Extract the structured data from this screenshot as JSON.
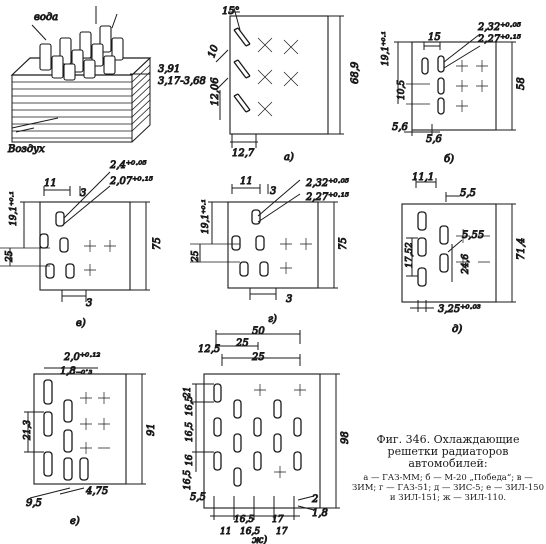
{
  "caption": {
    "title": "Фиг. 346. Охлаждающие решетки радиаторов автомобилей:",
    "legend": "а — ГАЗ-ММ; б — М-20 „Победа“; в — ЗИМ; г — ГАЗ-51; д — ЗИС-5; е — ЗИЛ-150 и ЗИЛ-151; ж — ЗИЛ-110."
  },
  "sketch": {
    "water": "вода",
    "air": "Воздух",
    "d1": "3,91",
    "d2": "3,17-3,68"
  },
  "a": {
    "letter": "а)",
    "angle": "15°",
    "d1": "10",
    "d2": "12,06",
    "d3": "12,7",
    "h": "68,9"
  },
  "b": {
    "letter": "б)",
    "d15": "15",
    "w1": "2,32⁺⁰·⁰⁵",
    "w2": "2,27⁺⁰·¹⁵",
    "d19": "19,1⁺⁰·¹",
    "d10": "10,5",
    "h": "58",
    "d56a": "5,6",
    "d56b": "5,6"
  },
  "v": {
    "letter": "в)",
    "d11": "11",
    "d3": "3",
    "w1": "2,4⁺⁰·⁰⁵",
    "w2": "2,07⁺⁰·¹⁵",
    "d19": "19,1⁺⁰·¹",
    "d25": "25",
    "h": "75",
    "d3b": "3"
  },
  "g": {
    "letter": "г)",
    "d11": "11",
    "d3": "3",
    "w1": "2,32⁺⁰·⁰⁵",
    "w2": "2,27⁺⁰·¹⁵",
    "d19": "19,1⁺⁰·¹",
    "d25": "25",
    "h": "75",
    "d3b": "3"
  },
  "d": {
    "letter": "д)",
    "d11": "11,1",
    "d55": "5,5",
    "d555": "5,55",
    "d1752": "17,52",
    "d246": "24,6",
    "h": "71,4",
    "w": "3,25⁺⁰·⁰³"
  },
  "e": {
    "letter": "е)",
    "w1": "2,0⁺⁰·¹²",
    "w2": "1,8₋₀·₃",
    "d213": "21,3",
    "h": "91",
    "d95": "9,5",
    "d475": "4,75"
  },
  "zh": {
    "letter": "ж)",
    "d50": "50",
    "d25a": "25",
    "d25b": "25",
    "d125": "12,5",
    "d21": "21",
    "d165": "16,5",
    "d165b": "16,5",
    "d165c": "16,5",
    "d16": "16",
    "h": "98",
    "d55": "5,5",
    "d2": "2",
    "d18": "1,8",
    "b165": "16,5",
    "b17": "17",
    "b11": "11",
    "b1651": "16,5",
    "b17b": "17"
  }
}
